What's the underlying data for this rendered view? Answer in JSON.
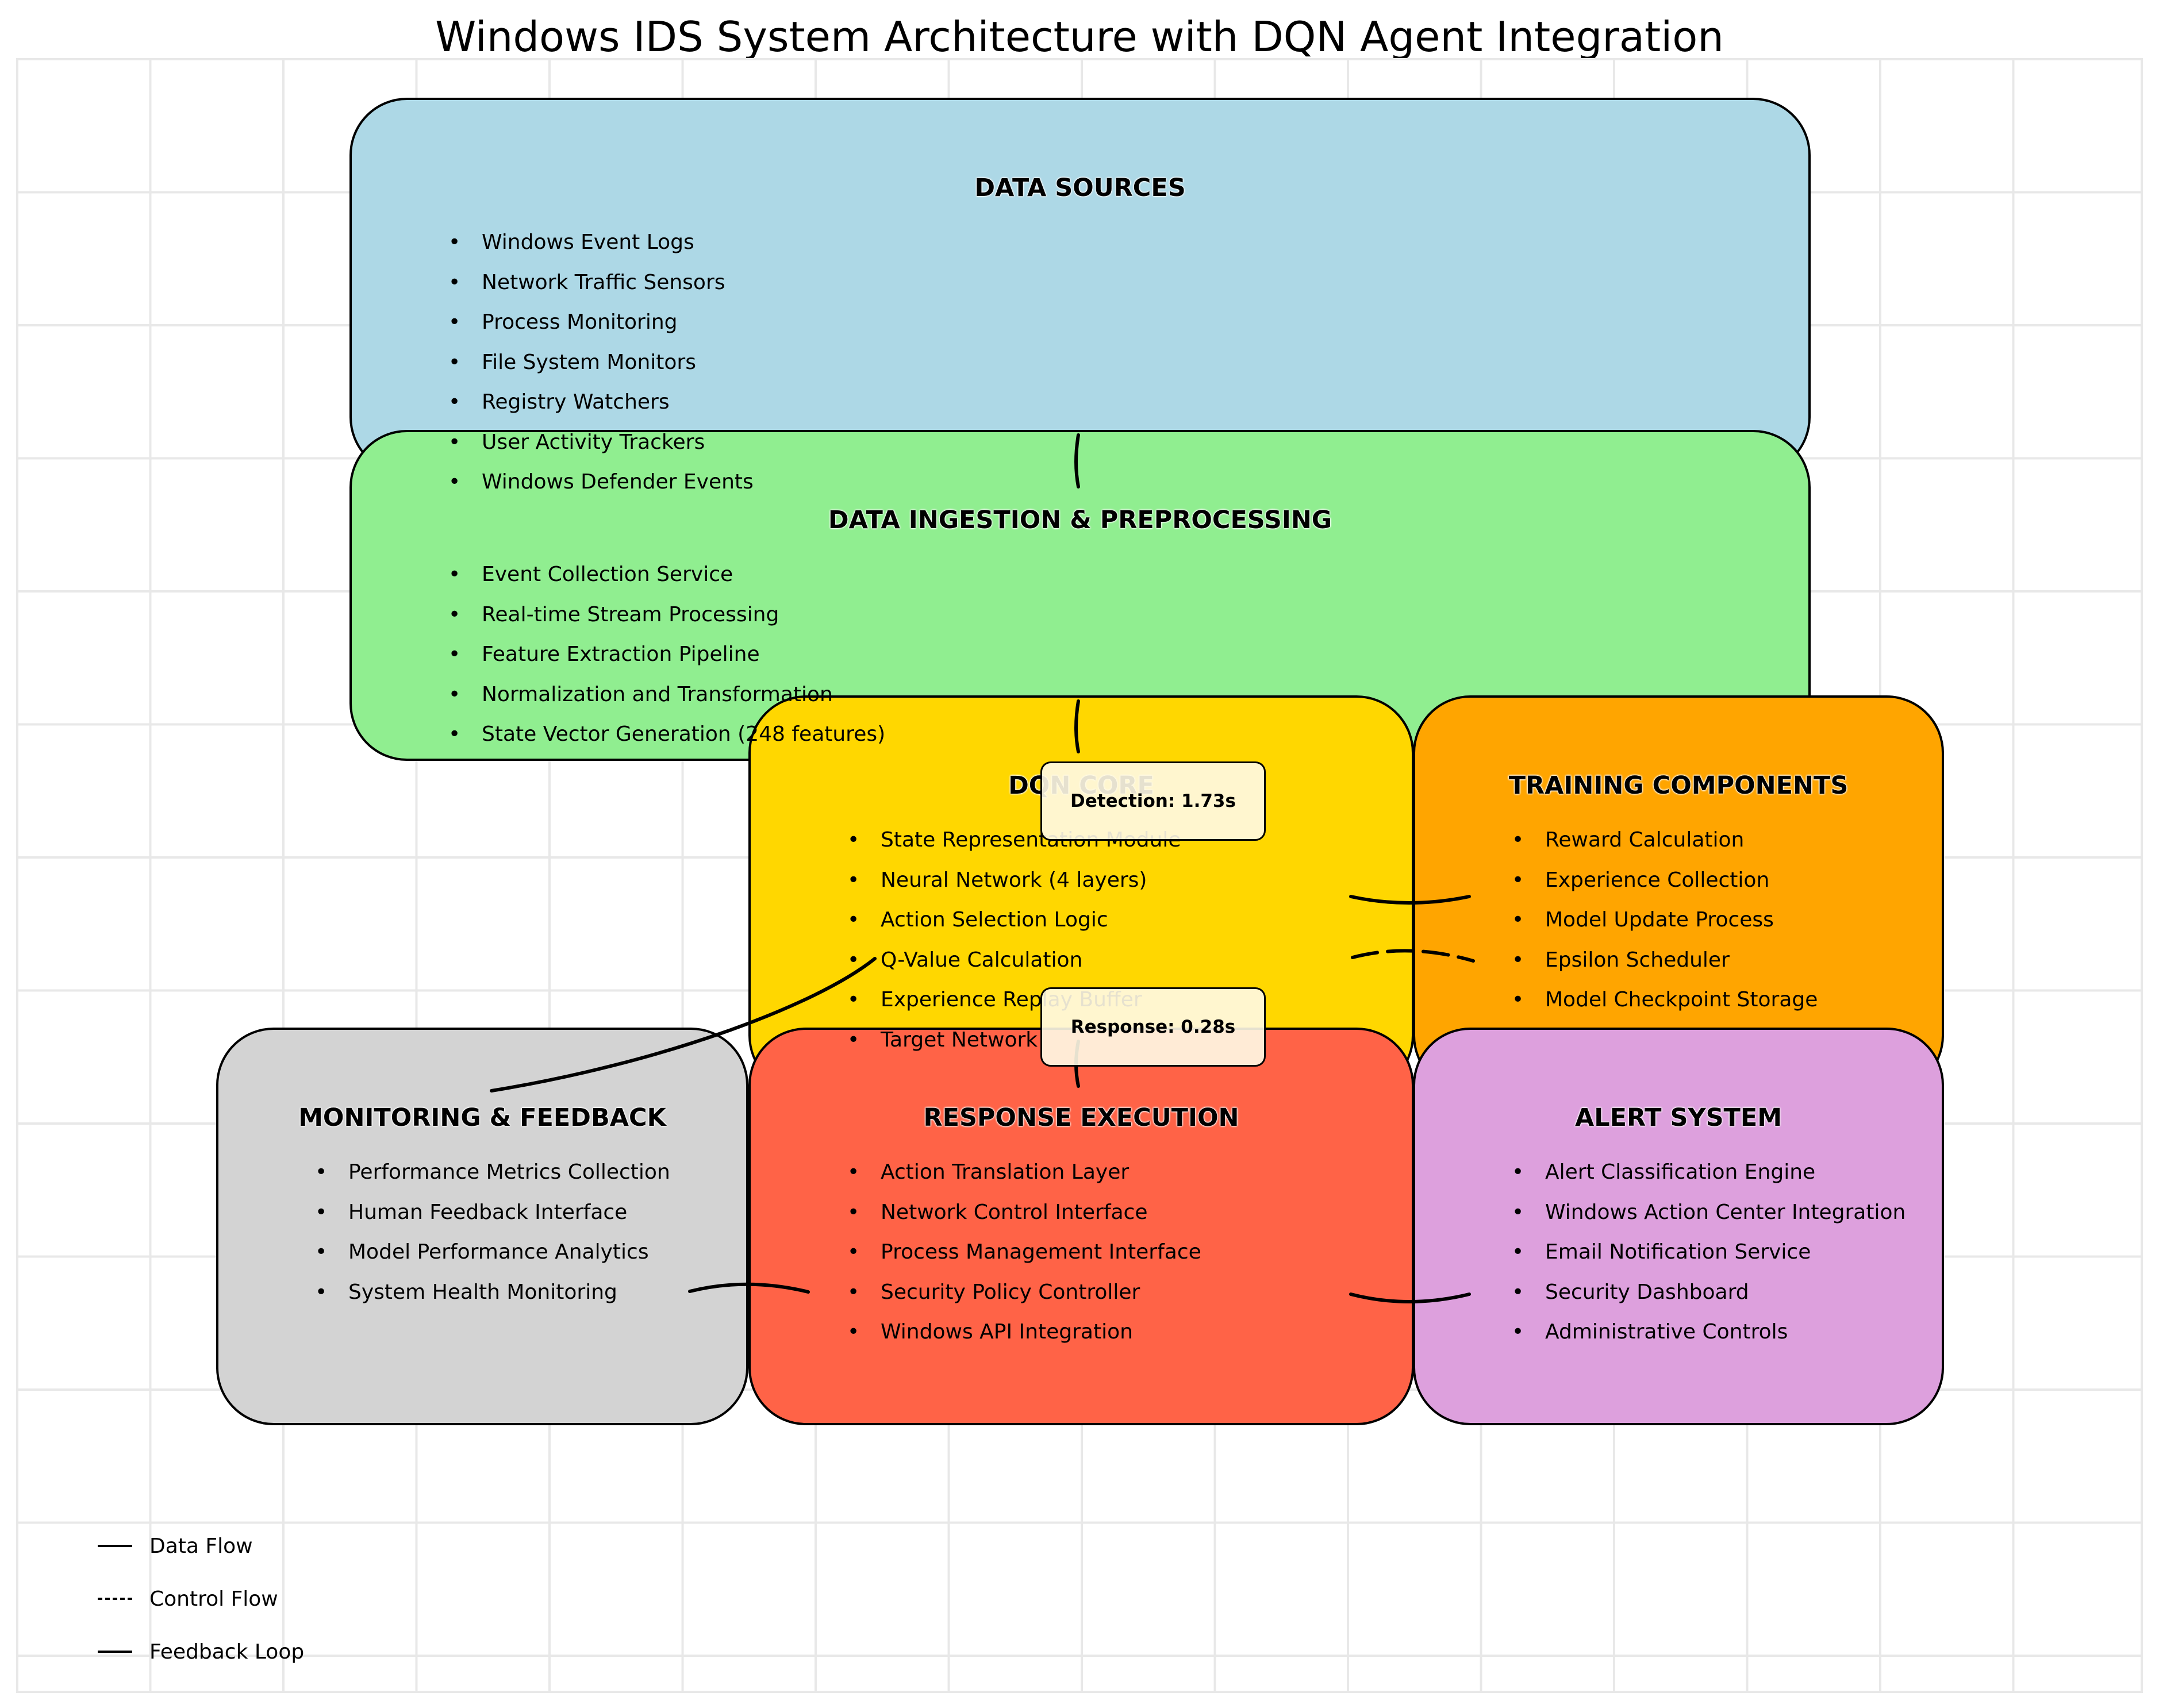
{
  "title": "Windows IDS System Architecture with DQN Agent Integration",
  "colors": {
    "data_sources": "#add8e6",
    "ingestion": "#90ee90",
    "dqn_core": "#ffd700",
    "training": "#ffa500",
    "monitoring": "#d3d3d3",
    "response": "#ff6347",
    "alert": "#dda0dd"
  },
  "components": {
    "data_sources": {
      "title": "DATA SOURCES",
      "items": [
        "Windows Event Logs",
        "Network Traffic Sensors",
        "Process Monitoring",
        "File System Monitors",
        "Registry Watchers",
        "User Activity Trackers",
        "Windows Defender Events"
      ]
    },
    "ingestion": {
      "title": "DATA INGESTION & PREPROCESSING",
      "items": [
        "Event Collection Service",
        "Real-time Stream Processing",
        "Feature Extraction Pipeline",
        "Normalization and Transformation",
        "State Vector Generation (248 features)"
      ]
    },
    "dqn_core": {
      "title": "DQN CORE",
      "items": [
        "State Representation Module",
        "Neural Network (4 layers)",
        "Action Selection Logic",
        "Q-Value Calculation",
        "Experience Replay Buffer",
        "Target Network"
      ]
    },
    "training": {
      "title": "TRAINING COMPONENTS",
      "items": [
        "Reward Calculation",
        "Experience Collection",
        "Model Update Process",
        "Epsilon Scheduler",
        "Model Checkpoint Storage"
      ]
    },
    "monitoring": {
      "title": "MONITORING & FEEDBACK",
      "items": [
        "Performance Metrics Collection",
        "Human Feedback Interface",
        "Model Performance Analytics",
        "System Health Monitoring"
      ]
    },
    "response": {
      "title": "RESPONSE EXECUTION",
      "items": [
        "Action Translation Layer",
        "Network Control Interface",
        "Process Management Interface",
        "Security Policy Controller",
        "Windows API Integration"
      ]
    },
    "alert": {
      "title": "ALERT SYSTEM",
      "items": [
        "Alert Classification Engine",
        "Windows Action Center Integration",
        "Email Notification Service",
        "Security Dashboard",
        "Administrative Controls"
      ]
    }
  },
  "metrics": {
    "detection": "Detection: 1.73s",
    "response": "Response: 0.28s"
  },
  "legend": {
    "data_flow": "Data Flow",
    "control_flow": "Control Flow",
    "feedback_loop": "Feedback Loop"
  }
}
